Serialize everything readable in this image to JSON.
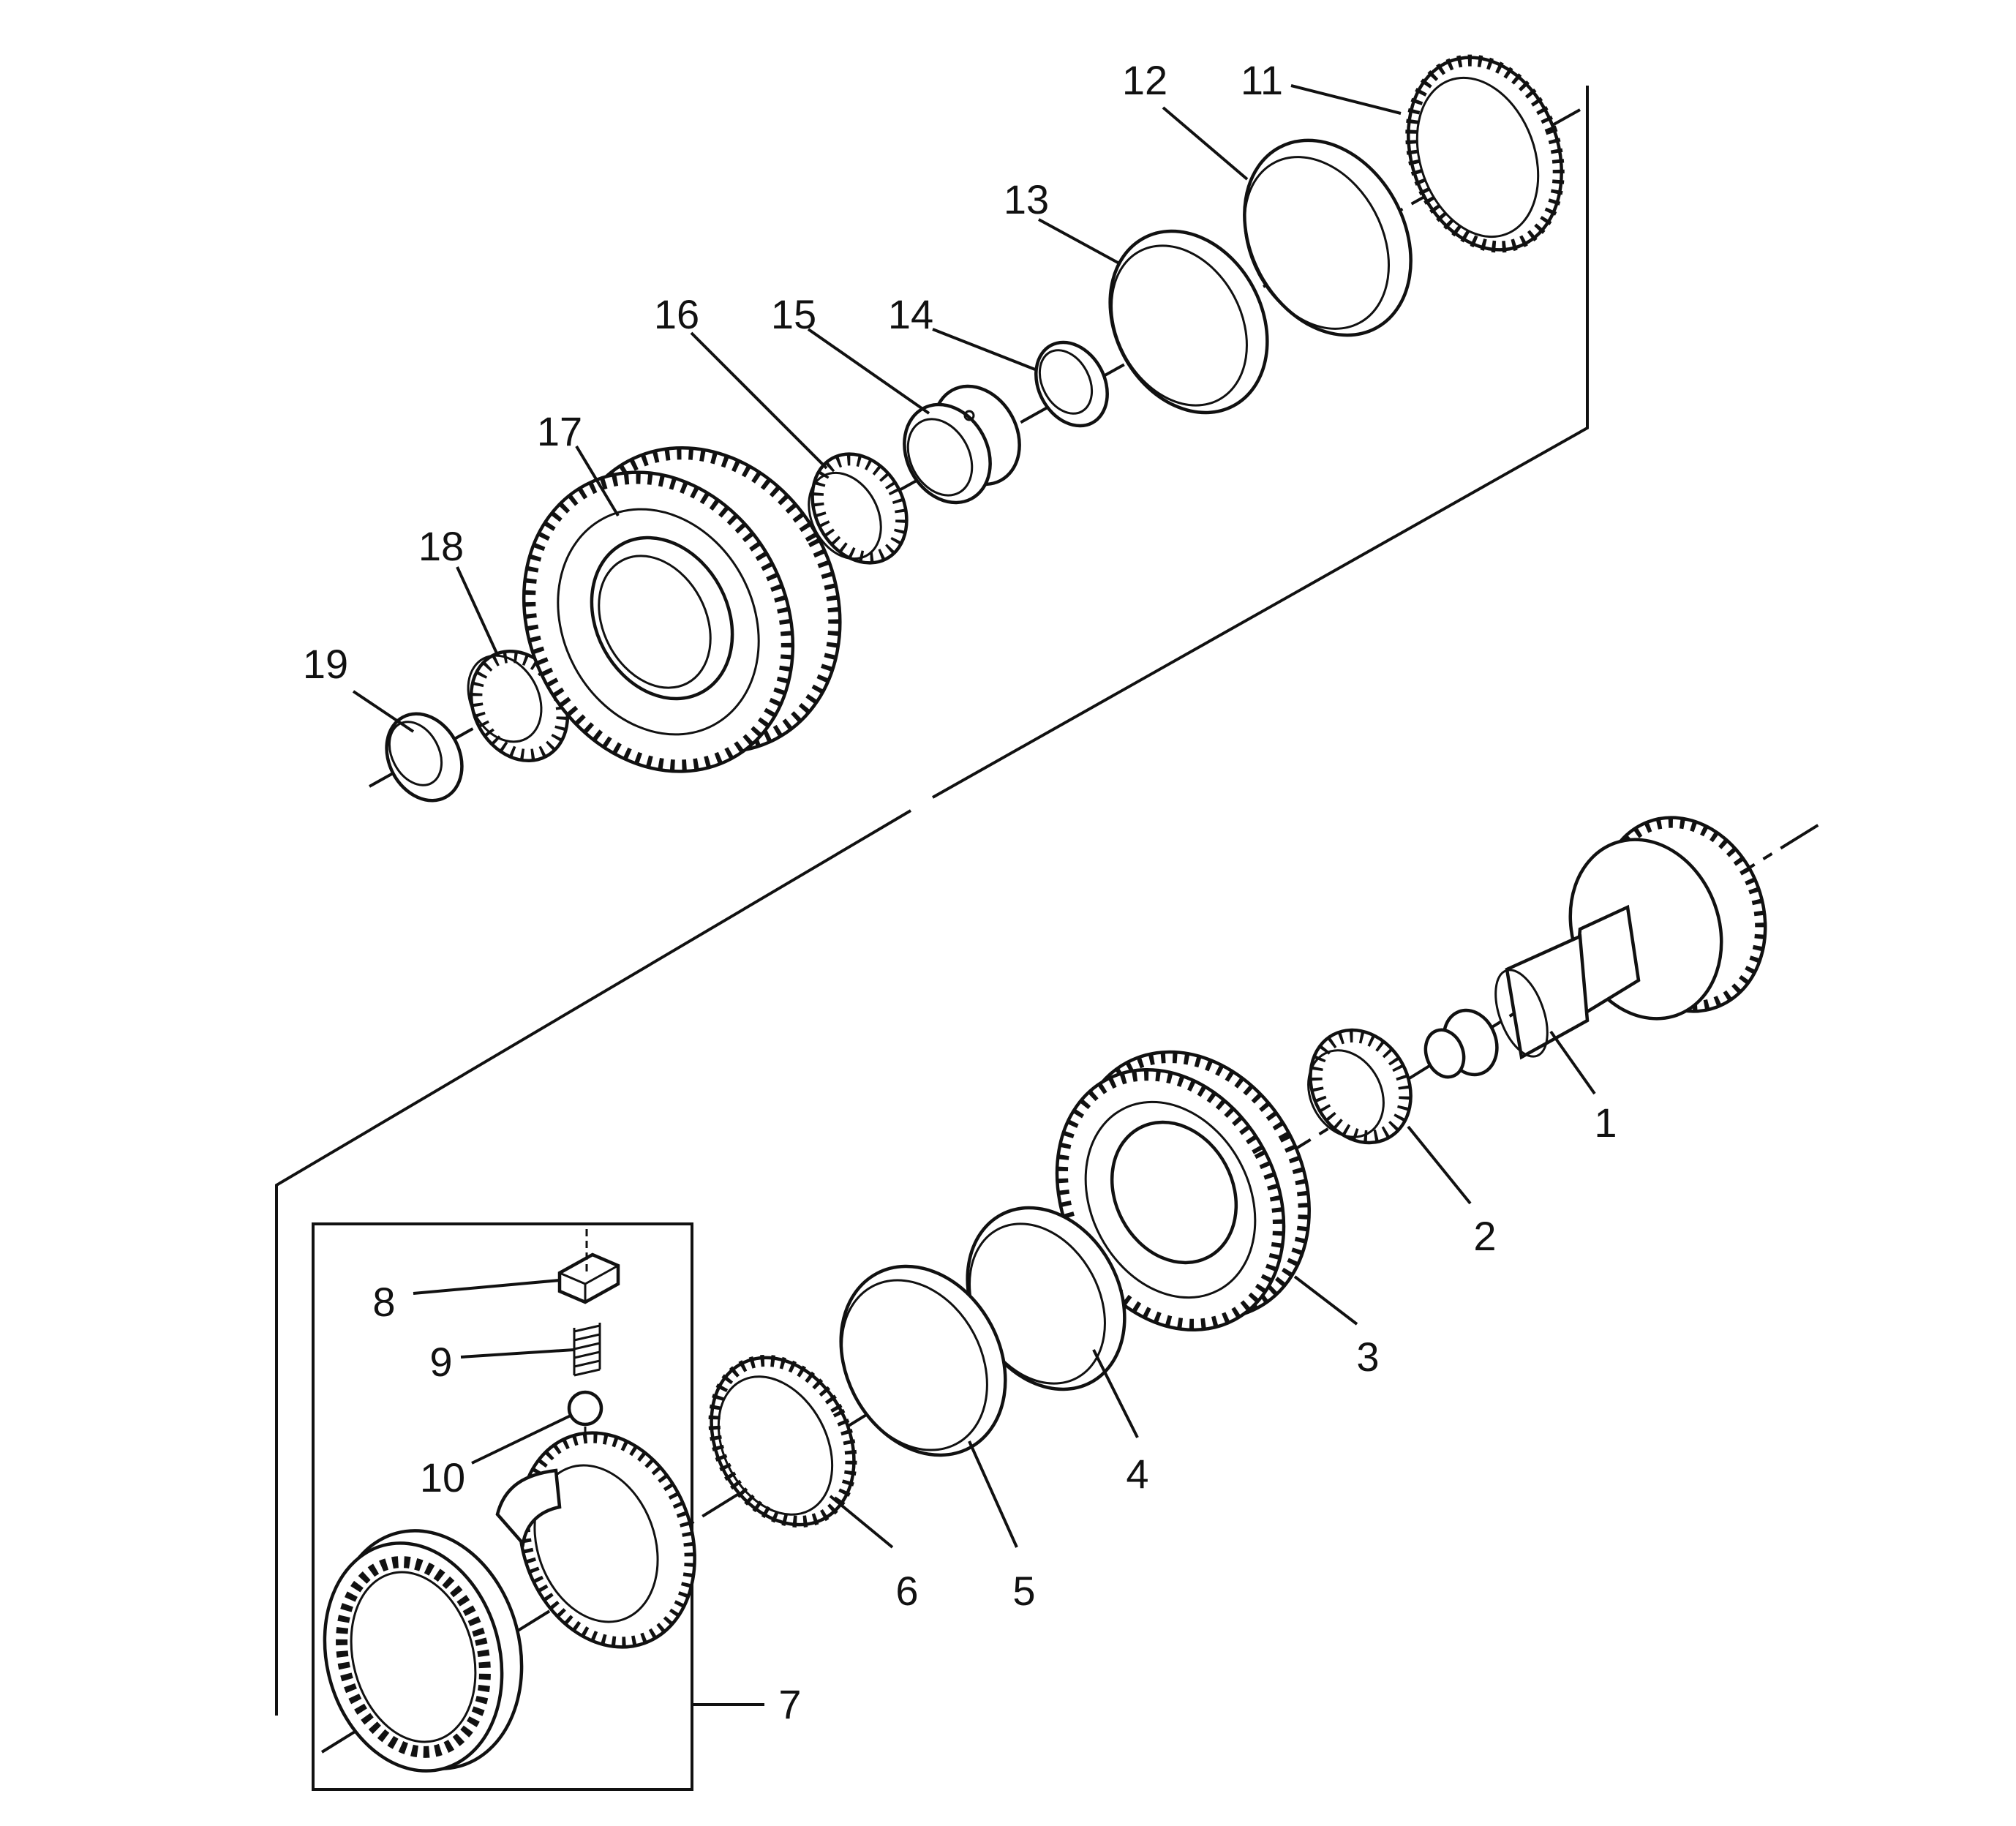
{
  "callouts": {
    "c1": "1",
    "c2": "2",
    "c3": "3",
    "c4": "4",
    "c5": "5",
    "c6": "6",
    "c7": "7",
    "c8": "8",
    "c9": "9",
    "c10": "10",
    "c11": "11",
    "c12": "12",
    "c13": "13",
    "c14": "14",
    "c15": "15",
    "c16": "16",
    "c17": "17",
    "c18": "18",
    "c19": "19"
  },
  "line_color": "#111111",
  "background": "#ffffff"
}
